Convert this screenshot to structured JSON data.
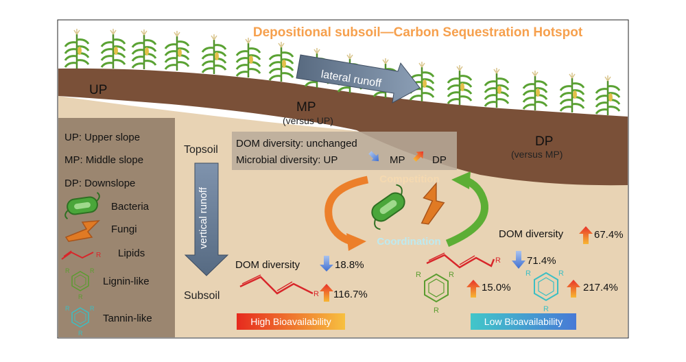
{
  "title": "Depositional subsoil—Carbon Sequestration Hotspot",
  "positions": {
    "up": "UP",
    "mp": "MP",
    "mp_sub": "(versus UP)",
    "dp": "DP",
    "dp_sub": "(versus MP)"
  },
  "runoff": {
    "lateral": "lateral runoff",
    "vertical": "vertical runoff"
  },
  "layers": {
    "topsoil": "Topsoil",
    "subsoil": "Subsoil"
  },
  "legend": {
    "up": "UP: Upper slope",
    "mp": "MP: Middle slope",
    "dp": "DP: Downslope",
    "bacteria": "Bacteria",
    "fungi": "Fungi",
    "lipids": "Lipids",
    "lignin": "Lignin-like",
    "tannin": "Tannin-like"
  },
  "topsoil_box": {
    "line1": "DOM diversity: unchanged",
    "line2_label": "Microbial diversity: UP",
    "line2_mp": "MP",
    "line2_dp": "DP"
  },
  "cycle": {
    "competition": "Competition",
    "coordination": "Coordination"
  },
  "subsoil_left": {
    "dom_label": "DOM diversity",
    "dom_value": "18.8%",
    "lipid_value": "116.7%",
    "badge": "High Bioavailability"
  },
  "subsoil_right": {
    "dom_label": "DOM diversity",
    "dom_value": "67.4%",
    "lipid_value": "71.4%",
    "lignin_value": "15.0%",
    "tannin_value": "217.4%",
    "badge": "Low Bioavailability"
  },
  "molecule_labels": {
    "r": "R"
  },
  "colors": {
    "title": "#f6a04d",
    "topsoil": "#7a5038",
    "subsoil": "#e8d3b4",
    "legend_panel": "#9b8670",
    "arrow_up": "#e85d2a",
    "arrow_down": "#4f7fd8",
    "bacteria": "#4aa63a",
    "fungi": "#e07a24",
    "lipid": "#d8262a",
    "lignin": "#5a9c2f",
    "tannin": "#3bbfc4",
    "high_badge": "#e84a1c",
    "low_badge": "#4a8fd8"
  }
}
